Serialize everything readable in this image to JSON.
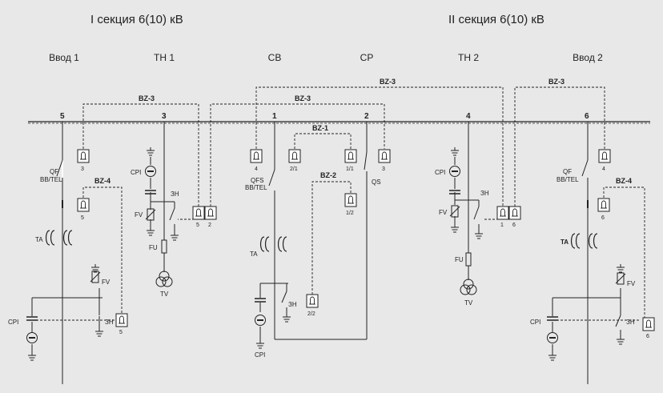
{
  "sections": {
    "left": "I секция 6(10) кВ",
    "right": "II секция 6(10) кВ"
  },
  "cells": [
    "Ввод 1",
    "ТН 1",
    "СВ",
    "СР",
    "ТН 2",
    "Ввод 2"
  ],
  "bus_numbers": [
    "5",
    "3",
    "1",
    "2",
    "4",
    "6"
  ],
  "blocks": {
    "bz3": "BZ-3",
    "bz4": "BZ-4",
    "bz1": "BZ-1",
    "bz2": "BZ-2",
    "qf": "QF",
    "bbtel": "BB/TEL",
    "qfs": "QFS",
    "qs": "QS",
    "ta": "TA",
    "fv": "FV",
    "fu": "FU",
    "tv": "TV",
    "cpi": "CPI",
    "zn": "ЗН"
  },
  "relays": {
    "r1": "3",
    "r2": "5",
    "r3": "5",
    "r4": "5",
    "r5": "2",
    "r6": "4",
    "r7": "2/1",
    "r8": "1/1",
    "r9": "3",
    "r10": "1/2",
    "r11": "2/2",
    "r12": "1",
    "r13": "6",
    "r14": "4",
    "r15": "6",
    "r16": "6"
  }
}
